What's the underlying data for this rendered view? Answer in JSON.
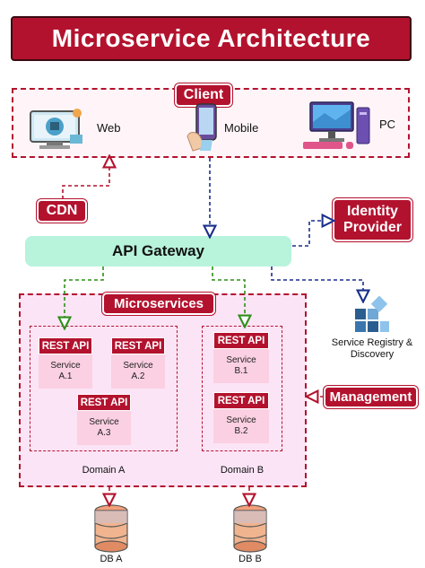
{
  "title": "Microservice Architecture",
  "client": {
    "label": "Client",
    "items": [
      {
        "label": "Web",
        "icon": "web-robot-icon"
      },
      {
        "label": "Mobile",
        "icon": "mobile-phone-icon"
      },
      {
        "label": "PC",
        "icon": "desktop-pc-icon"
      }
    ]
  },
  "cdn": "CDN",
  "identity_provider": {
    "line1": "Identity",
    "line2": "Provider"
  },
  "api_gateway": "API Gateway",
  "microservices": {
    "label": "Microservices",
    "domains": [
      {
        "label": "Domain A",
        "services": [
          {
            "head": "REST API",
            "line1": "Service",
            "line2": "A.1"
          },
          {
            "head": "REST API",
            "line1": "Service",
            "line2": "A.2"
          },
          {
            "head": "REST API",
            "line1": "Service",
            "line2": "A.3"
          }
        ]
      },
      {
        "label": "Domain B",
        "services": [
          {
            "head": "REST API",
            "line1": "Service",
            "line2": "B.1"
          },
          {
            "head": "REST API",
            "line1": "Service",
            "line2": "B.2"
          }
        ]
      }
    ]
  },
  "registry": {
    "line1": "Service Registry &",
    "line2": "Discovery",
    "icon": "service-registry-icon"
  },
  "management": "Management",
  "databases": [
    {
      "label": "DB A",
      "icon": "database-icon"
    },
    {
      "label": "DB B",
      "icon": "database-icon"
    }
  ],
  "colors": {
    "brand_red": "#b3122e",
    "gateway_fill": "#b8f3dc",
    "micro_fill": "#fbe4f6",
    "arrow_blue": "#1a2f8a",
    "arrow_green": "#2f8f1a"
  }
}
